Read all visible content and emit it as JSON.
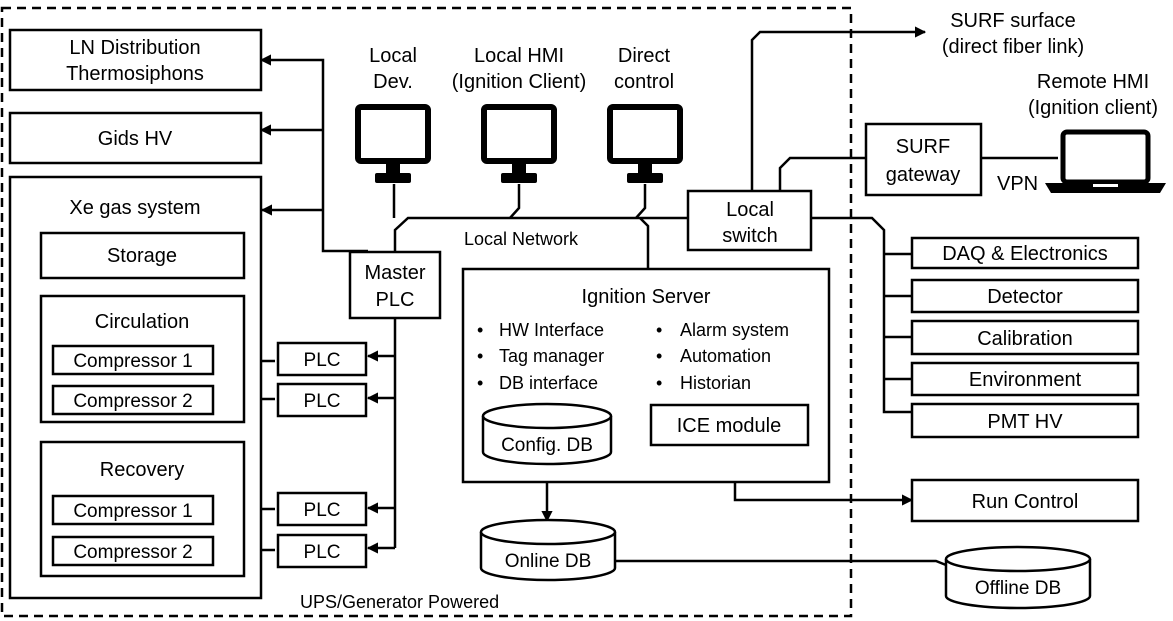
{
  "left_systems": {
    "ln": [
      "LN Distribution",
      "Thermosiphons"
    ],
    "gids": "Gids HV",
    "xe_title": "Xe gas system",
    "storage": "Storage",
    "circulation": "Circulation",
    "recovery": "Recovery",
    "compressor1": "Compressor 1",
    "compressor2": "Compressor 2"
  },
  "plc": "PLC",
  "master_plc": [
    "Master",
    "PLC"
  ],
  "terminals": {
    "local_dev": [
      "Local",
      "Dev."
    ],
    "local_hmi": [
      "Local HMI",
      "(Ignition Client)"
    ],
    "direct_control": [
      "Direct",
      "control"
    ]
  },
  "network": {
    "local_network": "Local Network",
    "local_switch": [
      "Local",
      "switch"
    ]
  },
  "ignition": {
    "title": "Ignition Server",
    "features_left": [
      "HW Interface",
      "Tag manager",
      "DB interface"
    ],
    "features_right": [
      "Alarm system",
      "Automation",
      "Historian"
    ],
    "config_db": "Config. DB",
    "ice_module": "ICE module"
  },
  "online_db": "Online DB",
  "offline_db": "Offline DB",
  "ups_label": "UPS/Generator Powered",
  "surf": {
    "surface": [
      "SURF surface",
      "(direct fiber link)"
    ],
    "remote_hmi": [
      "Remote HMI",
      "(Ignition client)"
    ],
    "gateway": [
      "SURF",
      "gateway"
    ],
    "vpn": "VPN"
  },
  "right_systems": [
    "DAQ & Electronics",
    "Detector",
    "Calibration",
    "Environment",
    "PMT HV"
  ],
  "run_control": "Run Control",
  "icons": {
    "monitor": "monitor-icon",
    "laptop": "laptop-icon",
    "database": "database-icon"
  }
}
